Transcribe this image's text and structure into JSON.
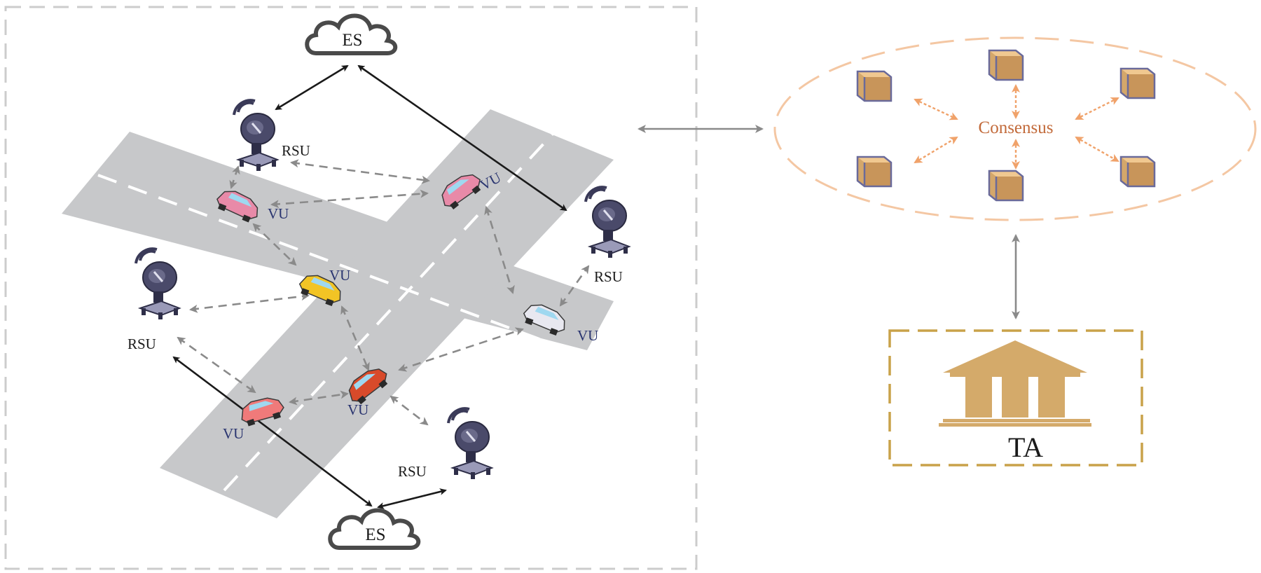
{
  "labels": {
    "es": "ES",
    "rsu": "RSU",
    "vu": "VU",
    "consensus": "Consensus",
    "ta": "TA"
  },
  "colors": {
    "road": "#c7c8ca",
    "lane": "#ffffff",
    "frame": "#cccccc",
    "arrow_dark": "#1a1a1a",
    "arrow_gray": "#8a8a8a",
    "consensus_ring": "#f4c7a3",
    "consensus_arrow": "#f0a26a",
    "block": "#d4a76a",
    "ta_frame": "#c9a24a",
    "building": "#d4aa6a",
    "rsu": "#3a3a58"
  },
  "icons": [
    "cloud-icon",
    "rsu-antenna-icon",
    "car-icon",
    "block-icon",
    "bank-building-icon"
  ]
}
